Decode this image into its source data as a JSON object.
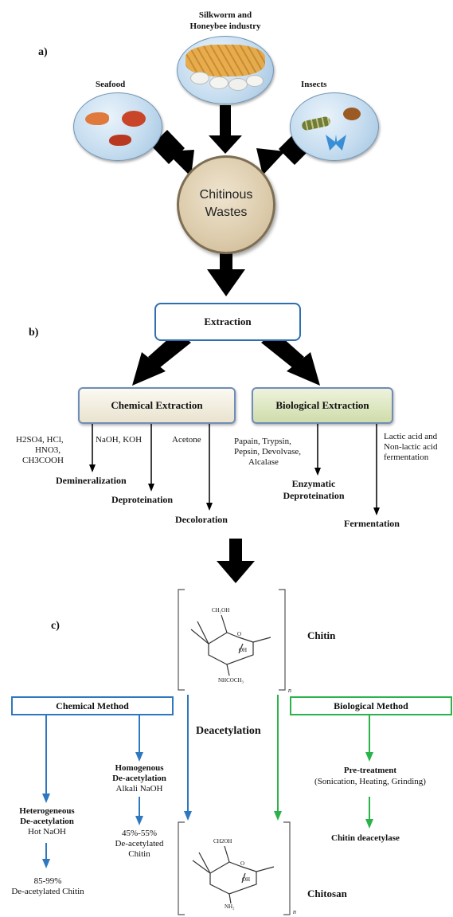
{
  "panel_a": {
    "label": "a)",
    "silkworm_label_line1": "Silkworm and",
    "silkworm_label_line2": "Honeybee industry",
    "seafood_label": "Seafood",
    "insects_label": "Insects",
    "center_line1": "Chitinous",
    "center_line2": "Wastes"
  },
  "panel_b": {
    "label": "b)",
    "extraction": "Extraction",
    "chemical_extraction": "Chemical Extraction",
    "biological_extraction": "Biological Extraction",
    "acids_line1": "H2SO4,  HCl,",
    "acids_line2": "HNO3,",
    "acids_line3": "CH3COOH",
    "bases": "NaOH, KOH",
    "acetone": "Acetone",
    "demineralization": "Demineralization",
    "deproteination": "Deproteination",
    "decoloration": "Decoloration",
    "enzymes_line1": "Papain, Trypsin,",
    "enzymes_line2": "Pepsin, Devolvase,",
    "enzymes_line3": "Alcalase",
    "enzymatic_line1": "Enzymatic",
    "enzymatic_line2": "Deproteination",
    "lactic_line1": "Lactic acid and",
    "lactic_line2": "Non-lactic acid",
    "lactic_line3": "fermentation",
    "fermentation": "Fermentation"
  },
  "panel_c": {
    "label": "c)",
    "chitin": "Chitin",
    "chitosan": "Chitosan",
    "chem_method": "Chemical Method",
    "bio_method": "Biological Method",
    "deacetylation": "Deacetylation",
    "homogenous_line1": "Homogenous",
    "homogenous_line2": "De-acetylation",
    "homogenous_line3": "Alkali NaOH",
    "homo_result_line1": "45%-55%",
    "homo_result_line2": "De-acetylated",
    "homo_result_line3": "Chitin",
    "hetero_line1": "Heterogeneous",
    "hetero_line2": "De-acetylation",
    "hetero_line3": "Hot NaOH",
    "hetero_result_line1": "85-99%",
    "hetero_result_line2": "De-acetylated Chitin",
    "pretreatment_line1": "Pre-treatment",
    "pretreatment_line2": "(Sonication, Heating, Grinding)",
    "chitin_deacetylase": "Chitin deacetylase",
    "chitin_ch2oh": "CH₂OH",
    "chitin_oh": "OH",
    "chitin_o": "O",
    "chitin_sub": "NHCOCH₃",
    "chitosan_ch2oh": "CH2OH",
    "chitosan_oh": "OH",
    "chitosan_o": "O",
    "chitosan_sub": "NH₂",
    "repeat_n": "n"
  },
  "colors": {
    "chem_blue": "#2f78c0",
    "bio_green": "#2bb24b",
    "arrow_black": "#000000"
  }
}
